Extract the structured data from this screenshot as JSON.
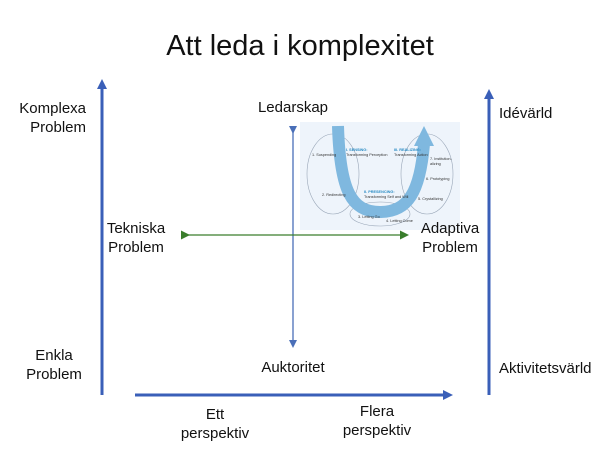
{
  "title": "Att leda i komplexitet",
  "left_axis": {
    "top_label": [
      "Komplexa",
      "Problem"
    ],
    "bottom_label": [
      "Enkla",
      "Problem"
    ]
  },
  "right_axis": {
    "top_label": "Idévärld",
    "bottom_label": "Aktivitetsvärld"
  },
  "center_axis": {
    "top_label": "Ledarskap",
    "bottom_label": "Auktoritet"
  },
  "horizontal_axis": {
    "left_label": [
      "Tekniska",
      "Problem"
    ],
    "right_label": [
      "Adaptiva",
      "Problem"
    ]
  },
  "bottom_axis": {
    "left_label": [
      "Ett",
      "perspektiv"
    ],
    "right_label": [
      "Flera",
      "perspektiv"
    ]
  },
  "inset": {
    "left_steps": [
      "1. Suspending",
      "2. Redirecting",
      "3. Letting Go"
    ],
    "right_steps": [
      "7. Institution-alizing",
      "6. Prototyping",
      "5. Crystallizing"
    ],
    "bottom_step": "4. Letting Come",
    "phases": [
      {
        "title": "I. SENSING:",
        "sub": "Transforming Perception"
      },
      {
        "title": "III. REALIZING:",
        "sub": "Transforming Action"
      },
      {
        "title": "II. PRESENCING:",
        "sub": "Transforming Self and Will"
      }
    ]
  },
  "colors": {
    "blue_axis": "#3a5fb8",
    "green_axis": "#3a7d2c",
    "center_axis": "#4a6fb8",
    "u_arrow": "#7fb8df"
  }
}
